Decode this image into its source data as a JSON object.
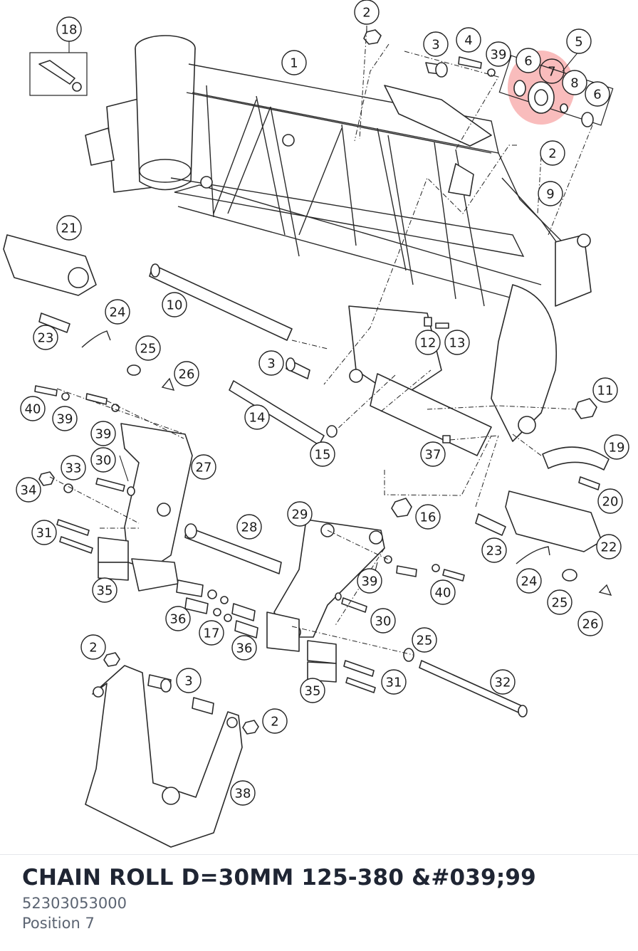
{
  "footer": {
    "title": "CHAIN ROLL D=30MM 125-380 &#039;99",
    "part_number": "52303053000",
    "position": "Position 7"
  },
  "diagram": {
    "highlight_color": "#f26b6b",
    "highlighted_callout": "7",
    "callouts": [
      {
        "id": "c18",
        "label": "18"
      },
      {
        "id": "c2a",
        "label": "2"
      },
      {
        "id": "c1",
        "label": "1"
      },
      {
        "id": "c3a",
        "label": "3"
      },
      {
        "id": "c4",
        "label": "4"
      },
      {
        "id": "c39a",
        "label": "39"
      },
      {
        "id": "c5",
        "label": "5"
      },
      {
        "id": "c6a",
        "label": "6"
      },
      {
        "id": "c7",
        "label": "7"
      },
      {
        "id": "c8",
        "label": "8"
      },
      {
        "id": "c6b",
        "label": "6"
      },
      {
        "id": "c2b",
        "label": "2"
      },
      {
        "id": "c9",
        "label": "9"
      },
      {
        "id": "c21",
        "label": "21"
      },
      {
        "id": "c10",
        "label": "10"
      },
      {
        "id": "c24a",
        "label": "24"
      },
      {
        "id": "c23a",
        "label": "23"
      },
      {
        "id": "c25a",
        "label": "25"
      },
      {
        "id": "c12",
        "label": "12"
      },
      {
        "id": "c13",
        "label": "13"
      },
      {
        "id": "c3b",
        "label": "3"
      },
      {
        "id": "c26a",
        "label": "26"
      },
      {
        "id": "c11",
        "label": "11"
      },
      {
        "id": "c40a",
        "label": "40"
      },
      {
        "id": "c39b",
        "label": "39"
      },
      {
        "id": "c14",
        "label": "14"
      },
      {
        "id": "c39c",
        "label": "39"
      },
      {
        "id": "c30a",
        "label": "30"
      },
      {
        "id": "c27",
        "label": "27"
      },
      {
        "id": "c15",
        "label": "15"
      },
      {
        "id": "c37",
        "label": "37"
      },
      {
        "id": "c19",
        "label": "19"
      },
      {
        "id": "c33",
        "label": "33"
      },
      {
        "id": "c34",
        "label": "34"
      },
      {
        "id": "c16",
        "label": "16"
      },
      {
        "id": "c20",
        "label": "20"
      },
      {
        "id": "c29",
        "label": "29"
      },
      {
        "id": "c28",
        "label": "28"
      },
      {
        "id": "c31a",
        "label": "31"
      },
      {
        "id": "c23b",
        "label": "23"
      },
      {
        "id": "c22",
        "label": "22"
      },
      {
        "id": "c35a",
        "label": "35"
      },
      {
        "id": "c39d",
        "label": "39"
      },
      {
        "id": "c40b",
        "label": "40"
      },
      {
        "id": "c24b",
        "label": "24"
      },
      {
        "id": "c25b",
        "label": "25"
      },
      {
        "id": "c36a",
        "label": "36"
      },
      {
        "id": "c30b",
        "label": "30"
      },
      {
        "id": "c26b",
        "label": "26"
      },
      {
        "id": "c17",
        "label": "17"
      },
      {
        "id": "c36b",
        "label": "36"
      },
      {
        "id": "c25c",
        "label": "25"
      },
      {
        "id": "c2c",
        "label": "2"
      },
      {
        "id": "c3c",
        "label": "3"
      },
      {
        "id": "c32",
        "label": "32"
      },
      {
        "id": "c31b",
        "label": "31"
      },
      {
        "id": "c35b",
        "label": "35"
      },
      {
        "id": "c2d",
        "label": "2"
      },
      {
        "id": "c38",
        "label": "38"
      }
    ]
  }
}
